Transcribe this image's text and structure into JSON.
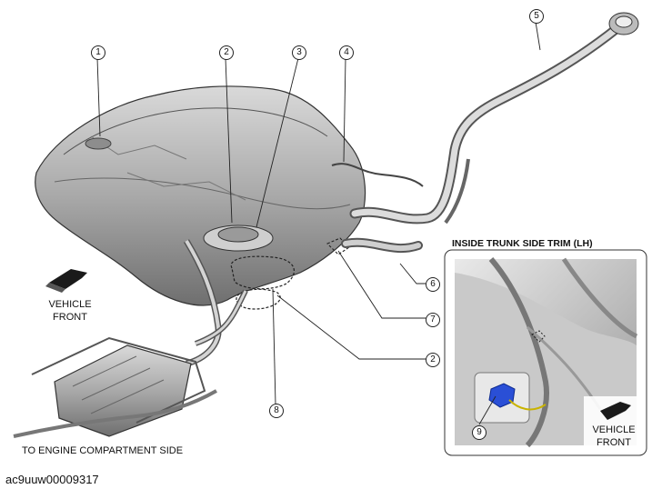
{
  "callouts": [
    "1",
    "2",
    "3",
    "4",
    "5",
    "6",
    "7",
    "2",
    "8",
    "9"
  ],
  "labels": {
    "vehicle_front_left": "VEHICLE\nFRONT",
    "vehicle_front_right": "VEHICLE\nFRONT",
    "engine_side": "TO ENGINE COMPARTMENT SIDE",
    "inset_title": "INSIDE TRUNK SIDE TRIM (LH)",
    "ref_code": "ac9uuw00009317"
  },
  "colors": {
    "line": "#222222",
    "tank_fill": "#b9b9b9",
    "connector_blue": "#2a4fd6"
  }
}
